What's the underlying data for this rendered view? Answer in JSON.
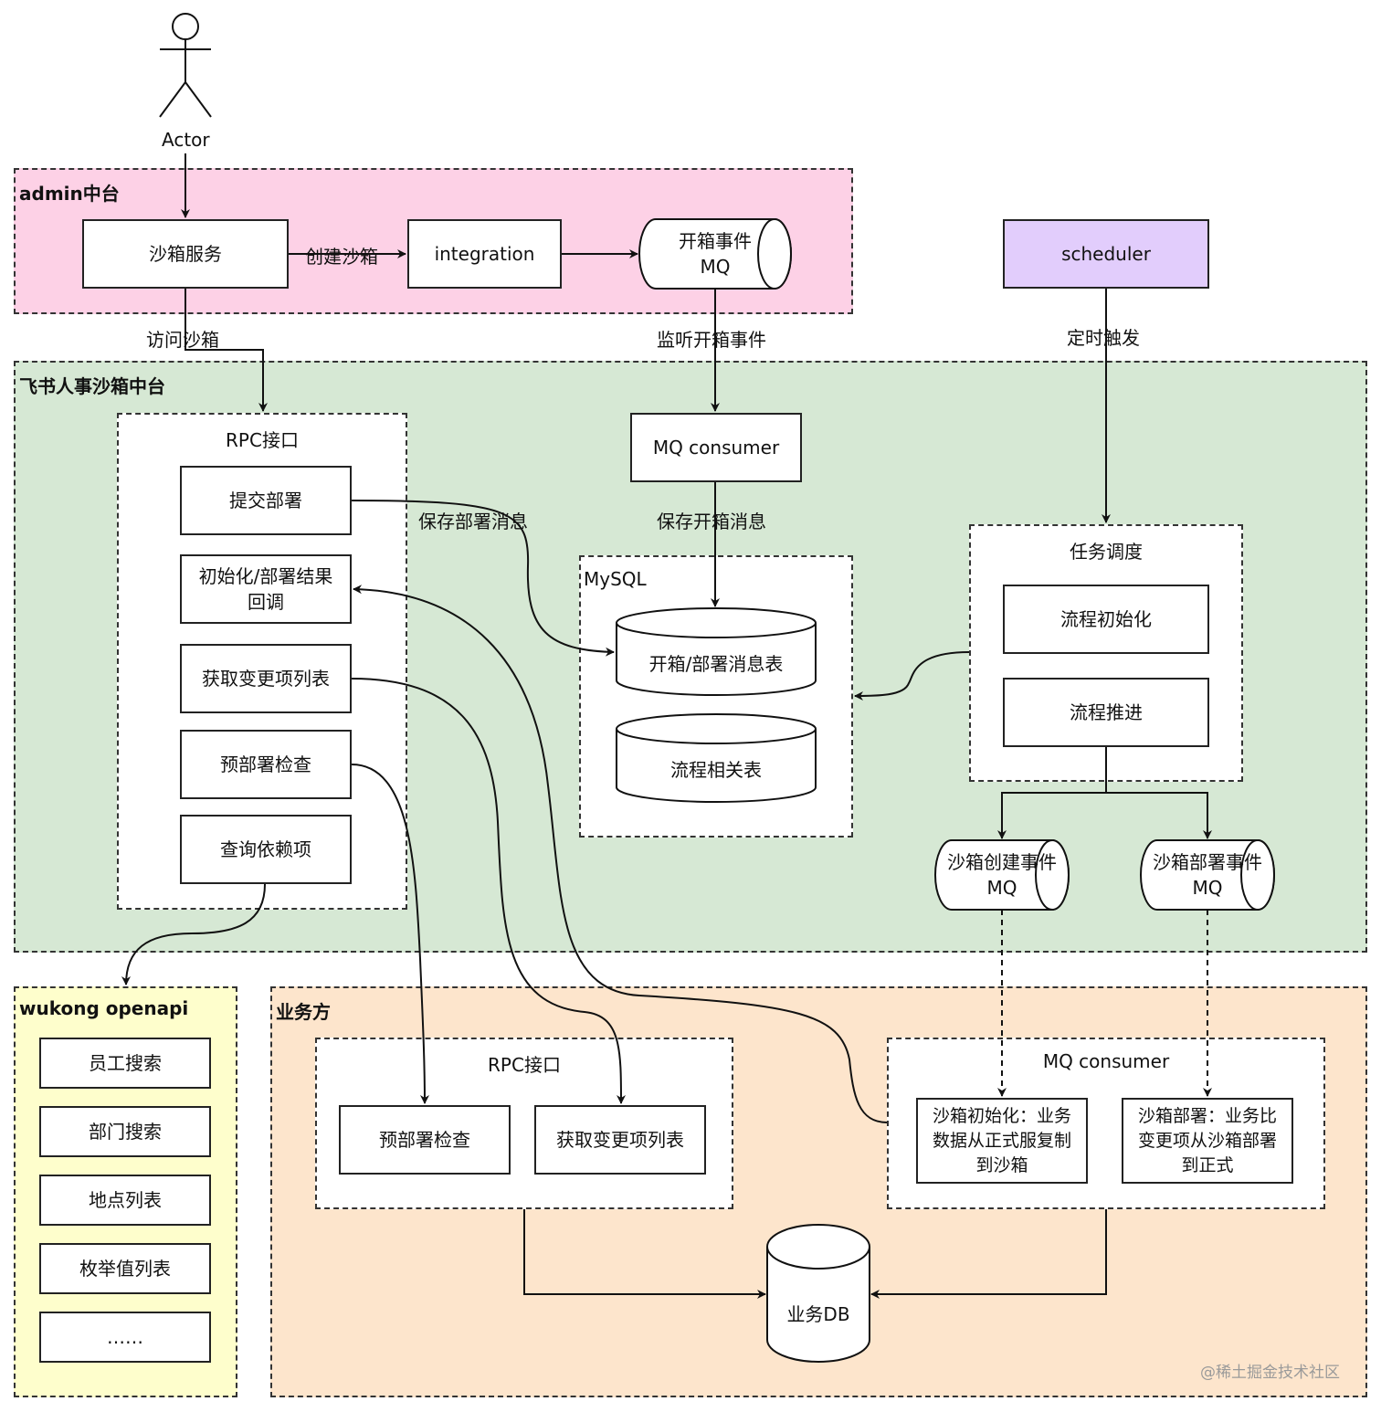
{
  "actor": {
    "label": "Actor"
  },
  "admin": {
    "title": "admin中台",
    "sandbox_service": "沙箱服务",
    "integration": "integration",
    "open_box_mq": "开箱事件\nMQ"
  },
  "scheduler": {
    "label": "scheduler"
  },
  "edges": {
    "create_sandbox": "创建沙箱",
    "visit_sandbox": "访问沙箱",
    "listen_open": "监听开箱事件",
    "timed_trigger": "定时触发",
    "save_deploy_msg": "保存部署消息",
    "save_open_msg": "保存开箱消息"
  },
  "platform": {
    "title": "飞书人事沙箱中台",
    "rpc": {
      "title": "RPC接口",
      "items": [
        "提交部署",
        "初始化/部署结果\n回调",
        "获取变更项列表",
        "预部署检查",
        "查询依赖项"
      ]
    },
    "mq_consumer": "MQ consumer",
    "mysql": {
      "title": "MySQL",
      "tables": [
        "开箱/部署消息表",
        "流程相关表"
      ]
    },
    "task": {
      "title": "任务调度",
      "items": [
        "流程初始化",
        "流程推进"
      ]
    },
    "mq_create": "沙箱创建事件\nMQ",
    "mq_deploy": "沙箱部署事件\nMQ"
  },
  "wukong": {
    "title": "wukong openapi",
    "items": [
      "员工搜索",
      "部门搜索",
      "地点列表",
      "枚举值列表",
      "……"
    ]
  },
  "biz": {
    "title": "业务方",
    "rpc": {
      "title": "RPC接口",
      "items": [
        "预部署检查",
        "获取变更项列表"
      ]
    },
    "consumer": {
      "title": "MQ consumer",
      "items": [
        "沙箱初始化：业务\n数据从正式服复制\n到沙箱",
        "沙箱部署：业务比\n变更项从沙箱部署\n到正式"
      ]
    },
    "db": "业务DB"
  },
  "watermark": "@稀土掘金技术社区",
  "colors": {
    "admin_bg": "#fdd1e6",
    "platform_bg": "#d6e8d4",
    "wukong_bg": "#fefecc",
    "biz_bg": "#fde5cc",
    "scheduler_bg": "#e2cdfc"
  }
}
